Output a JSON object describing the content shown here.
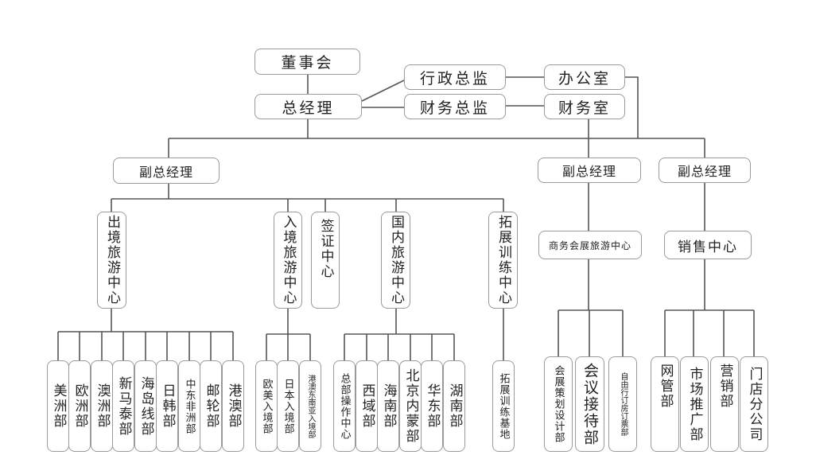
{
  "top": {
    "board": "董事会",
    "gm": "总经理",
    "admin_director": "行政总监",
    "finance_director": "财务总监",
    "office": "办公室",
    "finance_office": "财务室"
  },
  "vgm": {
    "left": "副总经理",
    "middle": "副总经理",
    "right": "副总经理"
  },
  "centers": {
    "outbound": "出境旅游中心",
    "inbound": "入境旅游中心",
    "visa": "签证中心",
    "domestic": "国内旅游中心",
    "training": "拓展训练中心",
    "mice": "商务会展旅游中心",
    "sales": "销售中心"
  },
  "departments": {
    "outbound": [
      "美洲部",
      "欧洲部",
      "澳洲部",
      "新马泰部",
      "海岛线部",
      "日韩部",
      "中东非洲部",
      "邮轮部",
      "港澳部"
    ],
    "inbound": [
      "欧美入境部",
      "日本入境部",
      "港澳东南亚入境部"
    ],
    "domestic": [
      "总部操作中心",
      "西域部",
      "海南部",
      "北京内蒙部",
      "华东部",
      "湖南部"
    ],
    "training": [
      "拓展训练基地"
    ],
    "mice": [
      "会展策划设计部",
      "会议接待部",
      "自由行订房订票部"
    ],
    "sales": [
      "网管部",
      "市场推广部",
      "营销部",
      "门店分公司"
    ]
  }
}
